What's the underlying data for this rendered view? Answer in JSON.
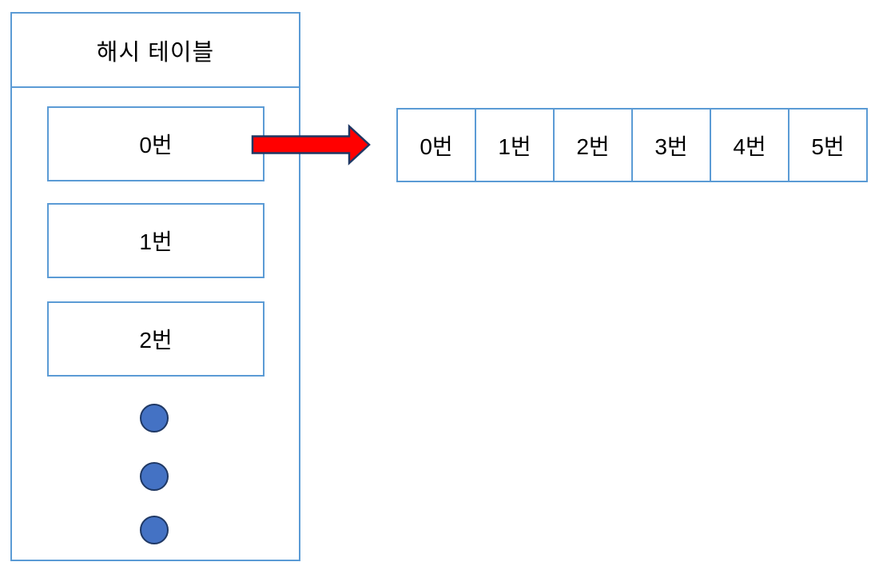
{
  "diagram": {
    "hash_table": {
      "title": "해시 테이블",
      "buckets": [
        {
          "label": "0번"
        },
        {
          "label": "1번"
        },
        {
          "label": "2번"
        }
      ],
      "ellipsis_dot_count": 3
    },
    "array_cells": [
      "0번",
      "1번",
      "2번",
      "3번",
      "4번",
      "5번"
    ],
    "colors": {
      "box_border": "#5B9BD5",
      "arrow_fill": "#FF0000",
      "arrow_stroke": "#1F3864",
      "dot_fill": "#4472C4",
      "dot_stroke": "#1F3864",
      "text": "#000000"
    }
  }
}
